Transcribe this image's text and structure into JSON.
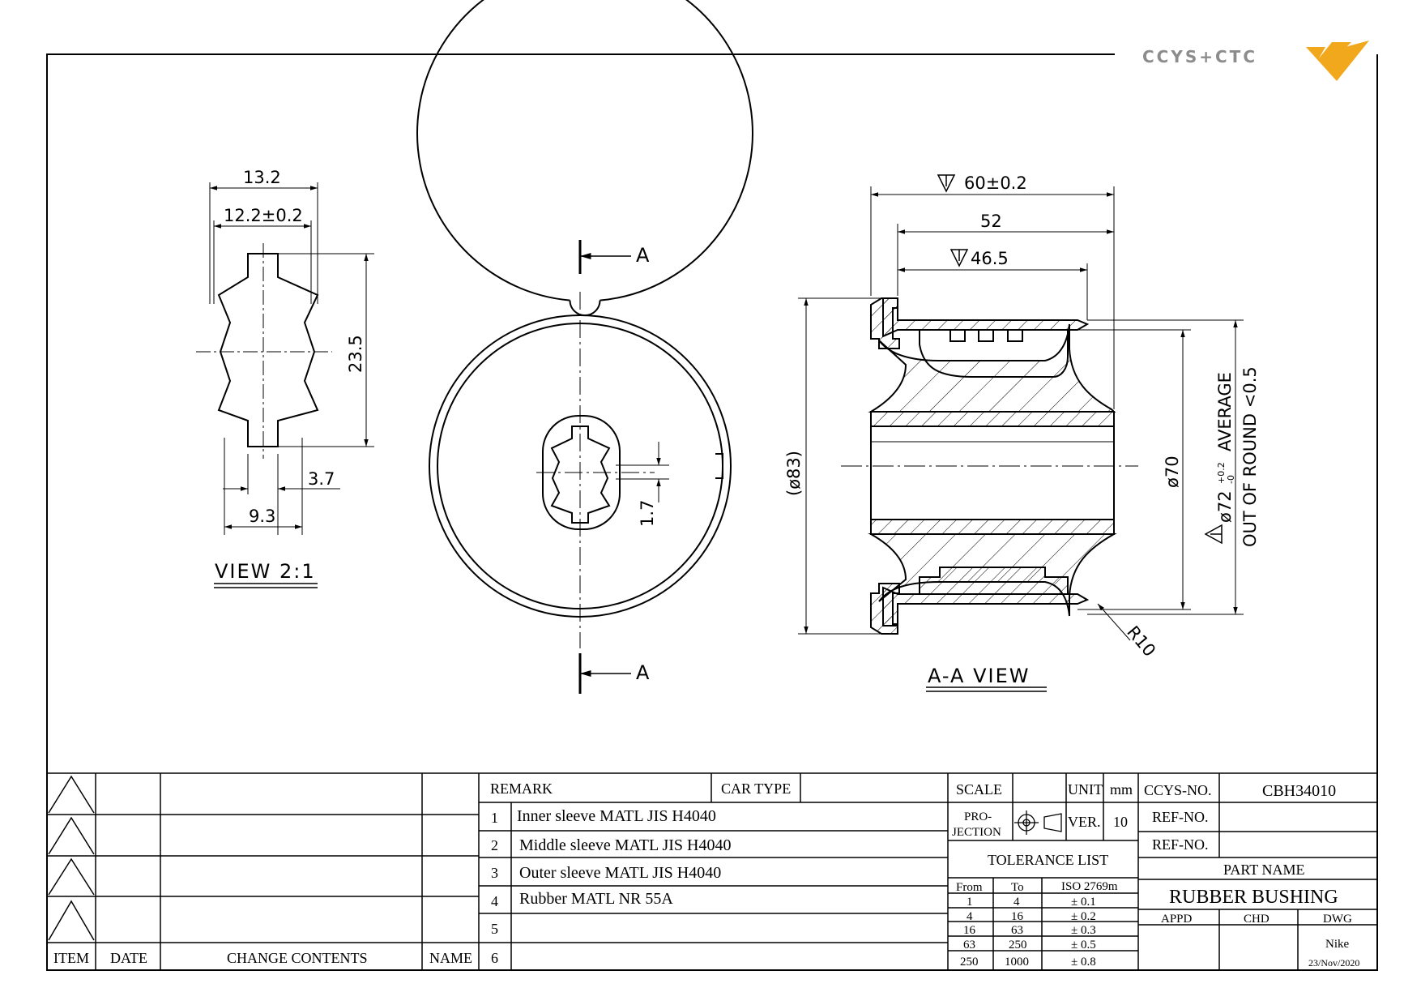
{
  "logo": {
    "text": "CCYS+CTC",
    "accent_color": "#f2a81d",
    "text_color": "#8c8c8c"
  },
  "view21": {
    "dim_width_total": "13.2",
    "dim_width_tol": "12.2±0.2",
    "dim_height": "23.5",
    "dim_key": "3.7",
    "dim_base": "9.3",
    "title": "VIEW 2:1"
  },
  "front_view": {
    "section_label_top": "A",
    "section_label_bottom": "A",
    "dim_gap": "1.7"
  },
  "section_view": {
    "dim_60": "60±0.2",
    "dim_52": "52",
    "dim_465": "46.5",
    "dim_83": "(ø83)",
    "dim_70": "ø70",
    "dim_72": "ø72",
    "dim_72_tol_upper": "+0.2",
    "dim_72_tol_lower": "-0",
    "dim_72_note": "AVERAGE",
    "out_of_round": "OUT OF ROUND <0.5",
    "radius": "R10",
    "title": "A-A VIEW"
  },
  "title_block": {
    "revision_headers": {
      "item": "ITEM",
      "date": "DATE",
      "change": "CHANGE CONTENTS",
      "name": "NAME"
    },
    "remark_label": "REMARK",
    "car_type_label": "CAR TYPE",
    "remarks": [
      {
        "no": "1",
        "text": "Inner sleeve MATL JIS H4040"
      },
      {
        "no": "2",
        "text": "Middle sleeve MATL JIS H4040"
      },
      {
        "no": "3",
        "text": "Outer sleeve MATL JIS H4040"
      },
      {
        "no": "4",
        "text": "Rubber MATL NR 55A"
      },
      {
        "no": "5",
        "text": ""
      },
      {
        "no": "6",
        "text": ""
      }
    ],
    "scale_label": "SCALE",
    "unit_label": "UNIT",
    "unit_value": "mm",
    "projection_label_1": "PRO-",
    "projection_label_2": "JECTION",
    "ver_label": "VER.",
    "ver_value": "10",
    "tolerance_title": "TOLERANCE LIST",
    "tolerance_headers": {
      "from": "From",
      "to": "To",
      "iso": "ISO 2769m"
    },
    "tolerances": [
      {
        "from": "1",
        "to": "4",
        "tol": "± 0.1"
      },
      {
        "from": "4",
        "to": "16",
        "tol": "± 0.2"
      },
      {
        "from": "16",
        "to": "63",
        "tol": "± 0.3"
      },
      {
        "from": "63",
        "to": "250",
        "tol": "± 0.5"
      },
      {
        "from": "250",
        "to": "1000",
        "tol": "± 0.8"
      }
    ],
    "ccys_no_label": "CCYS-NO.",
    "ccys_no_value": "CBH34010",
    "ref_no_label_1": "REF-NO.",
    "ref_no_label_2": "REF-NO.",
    "part_name_label": "PART NAME",
    "part_name_value": "RUBBER BUSHING",
    "appd_label": "APPD",
    "chd_label": "CHD",
    "dwg_label": "DWG",
    "dwg_name": "Nike",
    "dwg_date": "23/Nov/2020"
  }
}
